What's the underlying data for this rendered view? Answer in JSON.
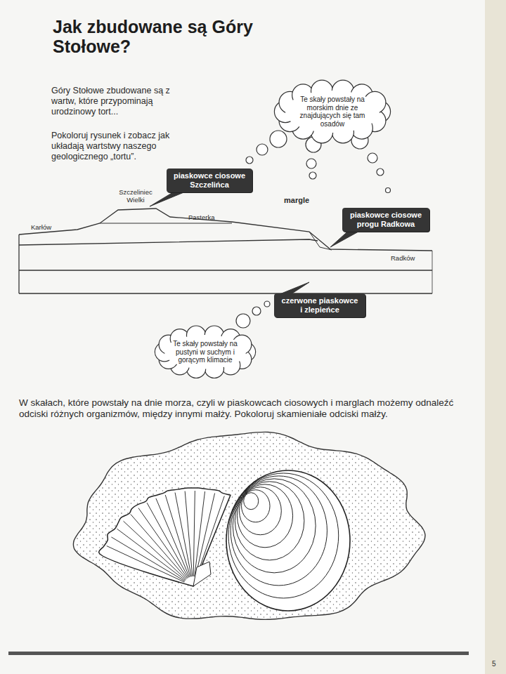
{
  "diagram": {
    "title": "Jak zbudowane są Góry Stołowe?",
    "nodes": [
      {
        "text": [
          "Te skały powstały na morskim dnie ze znajdujących się tam osadów"
        ]
      },
      {
        "text": [
          "piaskowce ciosowe Szczelińca"
        ]
      },
      {
        "text": [
          "piaskowce ciosowe progu Radkowa"
        ]
      },
      {
        "text": [
          "czerwone piaskowce i zlepieńce"
        ]
      },
      {
        "text": [
          "Te skały powstały na pustyni w suchym i gorącym klimacie"
        ]
      }
    ],
    "labels": [
      "Góry Stołowe zbudowane są z wartw, które przypominają urodzinowy tort...",
      "Pokoloruj rysunek i zobacz jak układają wartstwy naszego geologicznego „tortu”.",
      "Szczeliniec Wielki",
      "Karłów",
      "Pasterka",
      "margle",
      "Radków",
      "W skałach, które powstały na dnie morza, czyli w piaskowcach ciosowych i marglach możemy odnaleźć odciski różnych organizmów, między innymi małży. Pokoloruj skamieniałe odciski małży.",
      "5"
    ]
  }
}
